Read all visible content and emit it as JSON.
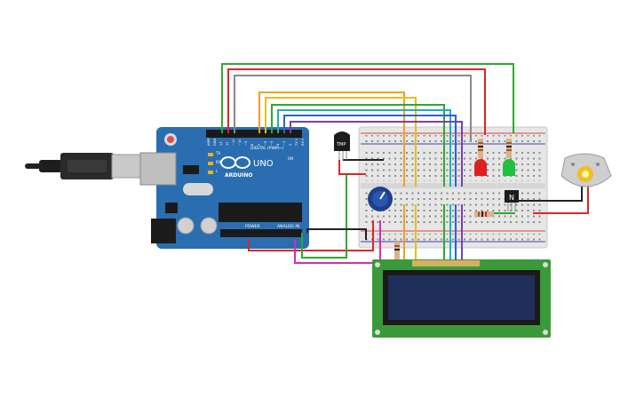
{
  "arduino": {
    "brand": "ARDUINO",
    "model": "UNO",
    "label_digital": "DIGITAL (PWM~)",
    "label_power": "POWER",
    "label_analog": "ANALOG IN",
    "label_tx": "TX",
    "label_rx": "RX",
    "label_l": "L",
    "label_on": "ON",
    "label_aref": "AREF",
    "label_gnd": "GND",
    "pin_13": "13",
    "pin_12": "12",
    "pin_11": "~11",
    "pin_10": "~10",
    "pin_9": "~9",
    "pin_8": "8",
    "pin_7": "7",
    "pin_6": "~6",
    "pin_5": "~5",
    "pin_4": "4",
    "pin_3": "~3",
    "pin_2": "2",
    "pin_1": "TX 1",
    "pin_0": "RX 0"
  },
  "sensor": {
    "label": "TMP"
  },
  "transistor": {
    "label": "N"
  },
  "colors": {
    "board": "#2a6db0",
    "wire_green": "#2fa82f",
    "wire_red": "#d8282a",
    "wire_gray": "#8a8a8a",
    "wire_orange": "#f0a020",
    "wire_yellow": "#e0c020",
    "wire_teal": "#20b0b0",
    "wire_blue": "#3060d0",
    "wire_purple": "#7a40b0",
    "wire_magenta": "#d030b0",
    "wire_black": "#222222",
    "lcd_pcb": "#3a9a3a",
    "lcd_screen": "#1f2f5a",
    "led_red": "#e02020",
    "led_green": "#20c040"
  }
}
